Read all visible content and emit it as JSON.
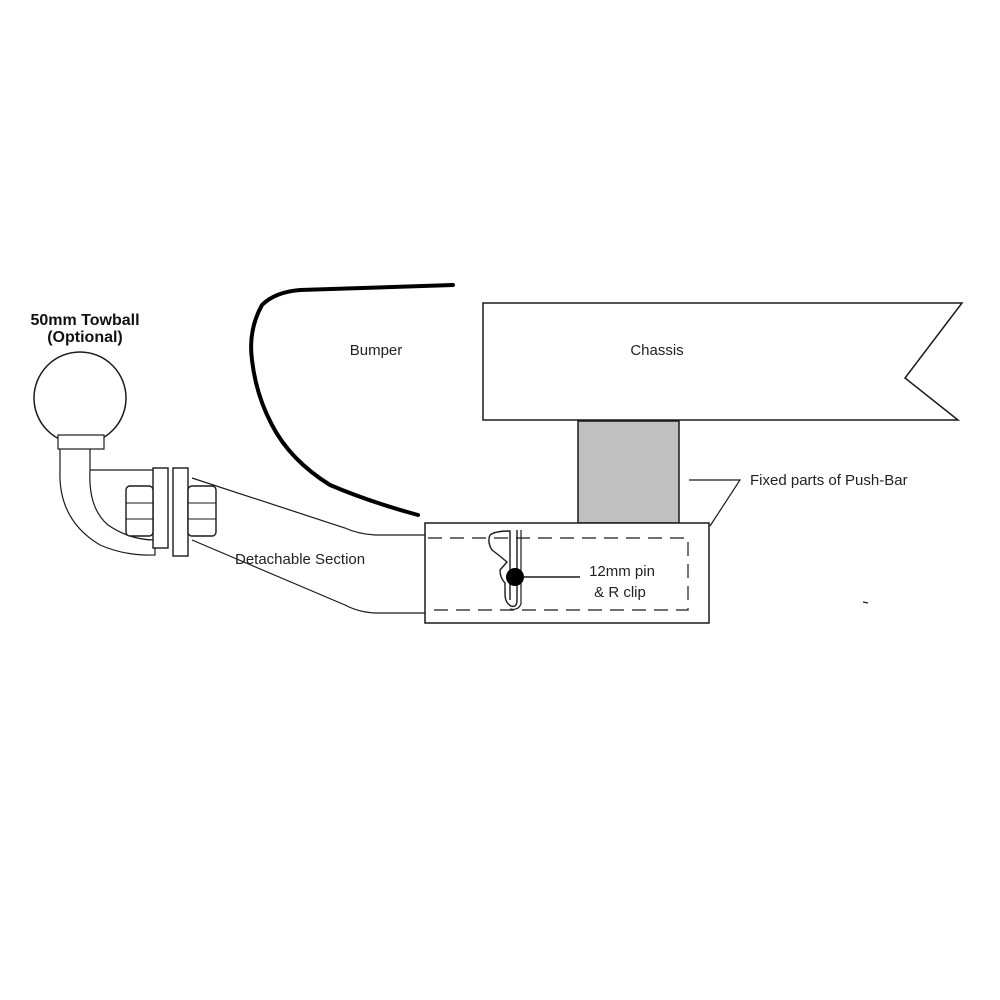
{
  "labels": {
    "towball_line1": "50mm Towball",
    "towball_line2": "(Optional)",
    "bumper": "Bumper",
    "chassis": "Chassis",
    "fixed_parts": "Fixed parts of Push-Bar",
    "detachable": "Detachable Section",
    "pin_line1": "12mm pin",
    "pin_line2": "& R clip"
  },
  "colors": {
    "line": "#1a1a1a",
    "fixed_block": "#c0c0c0",
    "towball": "#ffffff"
  }
}
